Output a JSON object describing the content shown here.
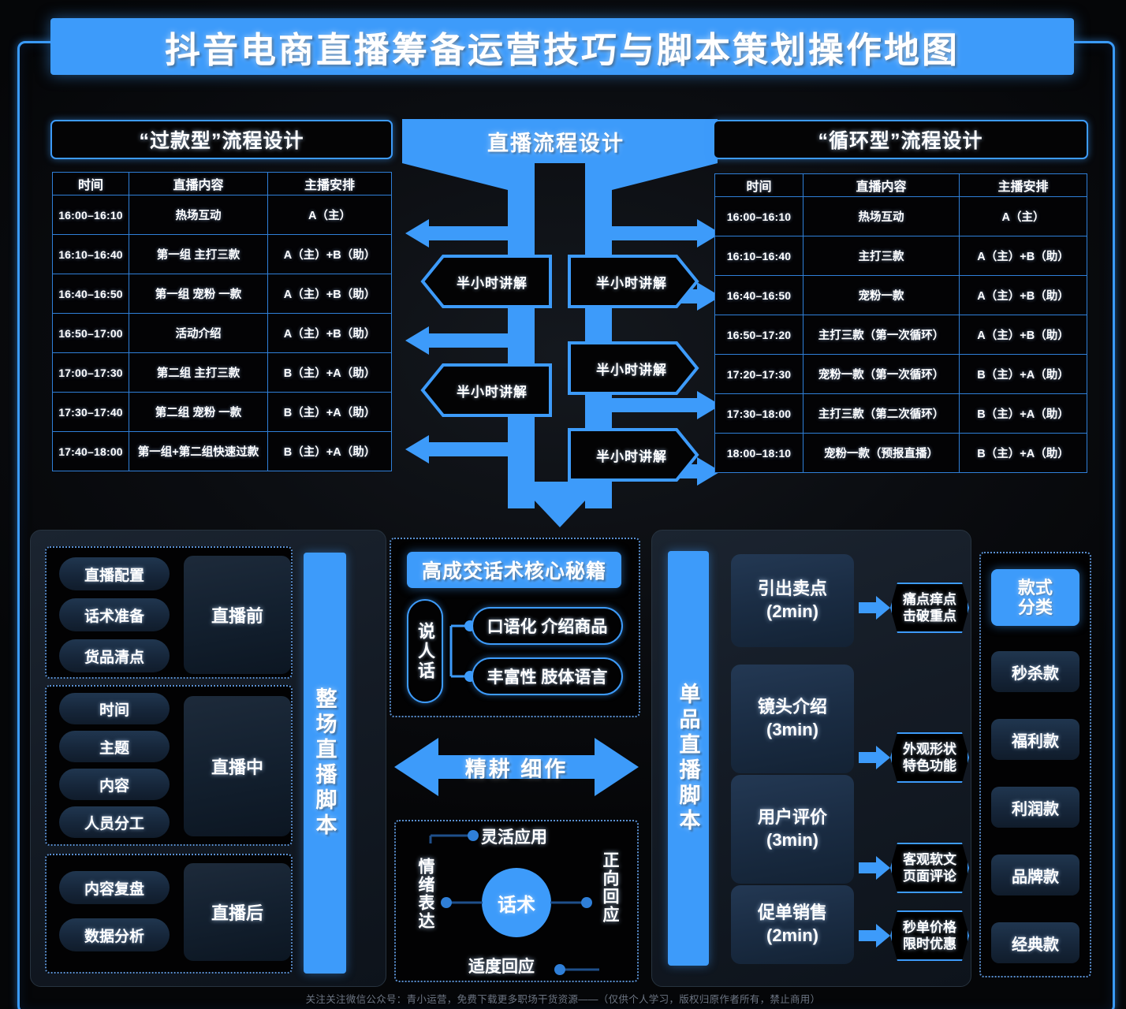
{
  "title": "抖音电商直播筹备运营技巧与脚本策划操作地图",
  "accent": "#3d9bfa",
  "left_table": {
    "heading": "“过款型”流程设计",
    "columns": [
      "时间",
      "直播内容",
      "主播安排"
    ],
    "rows": [
      [
        "16:00–16:10",
        "热场互动",
        "A（主）"
      ],
      [
        "16:10–16:40",
        "第一组 主打三款",
        "A（主）+B（助）"
      ],
      [
        "16:40–16:50",
        "第一组 宠粉 一款",
        "A（主）+B（助）"
      ],
      [
        "16:50–17:00",
        "活动介绍",
        "A（主）+B（助）"
      ],
      [
        "17:00–17:30",
        "第二组 主打三款",
        "B（主）+A（助）"
      ],
      [
        "17:30–17:40",
        "第二组 宠粉 一款",
        "B（主）+A（助）"
      ],
      [
        "17:40–18:00",
        "第一组+第二组快速过款",
        "B（主）+A（助）"
      ]
    ]
  },
  "right_table": {
    "heading": "“循环型”流程设计",
    "columns": [
      "时间",
      "直播内容",
      "主播安排"
    ],
    "rows": [
      [
        "16:00–16:10",
        "热场互动",
        "A（主）"
      ],
      [
        "16:10–16:40",
        "主打三款",
        "A（主）+B（助）"
      ],
      [
        "16:40–16:50",
        "宠粉一款",
        "A（主）+B（助）"
      ],
      [
        "16:50–17:20",
        "主打三款（第一次循环）",
        "A（主）+B（助）"
      ],
      [
        "17:20–17:30",
        "宠粉一款（第一次循环）",
        "B（主）+A（助）"
      ],
      [
        "17:30–18:00",
        "主打三款（第二次循环）",
        "B（主）+A（助）"
      ],
      [
        "18:00–18:10",
        "宠粉一款（预报直播）",
        "B（主）+A（助）"
      ]
    ]
  },
  "funnel": {
    "title": "直播流程设计",
    "labels": [
      "半小时讲解",
      "半小时讲解",
      "半小时讲解",
      "半小时讲解",
      "半小时讲解"
    ]
  },
  "whole_script": {
    "bar_label": "整场直播脚本",
    "groups": [
      {
        "stage": "直播前",
        "items": [
          "直播配置",
          "话术准备",
          "货品清点"
        ]
      },
      {
        "stage": "直播中",
        "items": [
          "时间",
          "主题",
          "内容",
          "人员分工"
        ]
      },
      {
        "stage": "直播后",
        "items": [
          "内容复盘",
          "数据分析"
        ]
      }
    ]
  },
  "speech": {
    "heading": "高成交话术核心秘籍",
    "root": "说人话",
    "branches": [
      "口语化 介绍商品",
      "丰富性 肢体语言"
    ]
  },
  "divider_arrow": {
    "label": "精耕  细作"
  },
  "circle": {
    "center": "话术",
    "top": "灵活应用",
    "left": "情绪表达",
    "right": "正向回应",
    "bottom": "适度回应"
  },
  "single_script": {
    "bar_label": "单品直播脚本",
    "steps": [
      {
        "name": "引出卖点",
        "time": "(2min)",
        "out_line1": "痛点痒点",
        "out_line2": "击破重点"
      },
      {
        "name": "镜头介绍",
        "time": "(3min)",
        "out_line1": "外观形状",
        "out_line2": "特色功能"
      },
      {
        "name": "用户评价",
        "time": "(3min)",
        "out_line1": "客观软文",
        "out_line2": "页面评论"
      },
      {
        "name": "促单销售",
        "time": "(2min)",
        "out_line1": "秒单价格",
        "out_line2": "限时优惠"
      }
    ]
  },
  "categories": {
    "header_line1": "款式",
    "header_line2": "分类",
    "items": [
      "秒杀款",
      "福利款",
      "利润款",
      "品牌款",
      "经典款"
    ]
  },
  "footer": "关注关注微信公众号：青小运营，免费下载更多职场干货资源——（仅供个人学习，版权归原作者所有，禁止商用）"
}
